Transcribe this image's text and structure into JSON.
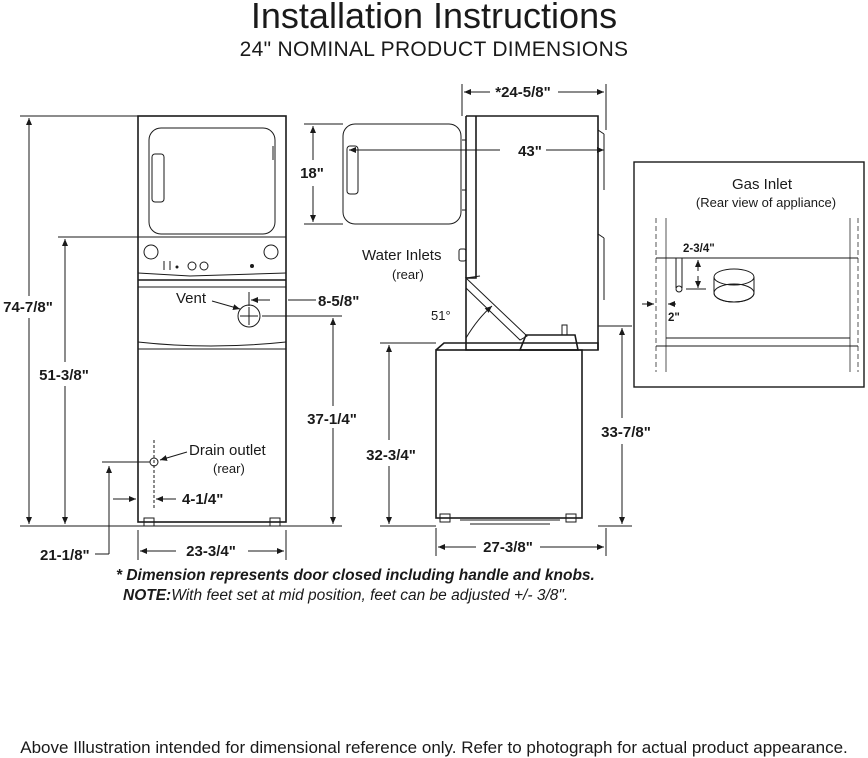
{
  "header": {
    "title": "Installation Instructions",
    "subtitle": "24\"  NOMINAL PRODUCT DIMENSIONS"
  },
  "front_view": {
    "overall_height": "74-7/8\"",
    "control_height": "51-3/8\"",
    "drain_height": "21-1/8\"",
    "vent_label": "Vent",
    "vent_offset": "8-5/8\"",
    "vent_height": "37-1/4\"",
    "drain_label": "Drain outlet",
    "drain_sub": "(rear)",
    "drain_offset": "4-1/4\"",
    "width": "23-3/4\""
  },
  "side_view": {
    "depth": "*24-5/8\"",
    "door_open": "43\"",
    "door_height": "18\"",
    "water_label": "Water Inlets",
    "water_sub": "(rear)",
    "angle": "51°",
    "washer_height": "32-3/4\"",
    "top_height": "33-7/8\"",
    "washer_depth": "27-3/8\""
  },
  "gas_inlet": {
    "title": "Gas Inlet",
    "subtitle": "(Rear view of appliance)",
    "dim_height": "2-3/4\"",
    "dim_side": "2\""
  },
  "notes": {
    "line1": "* Dimension represents door closed including handle and knobs.",
    "line2_bold": "NOTE:",
    "line2": "With feet set at mid position, feet can be adjusted +/- 3/8\"."
  },
  "footer": "Above Illustration intended for dimensional reference only. Refer to photograph for actual product appearance."
}
